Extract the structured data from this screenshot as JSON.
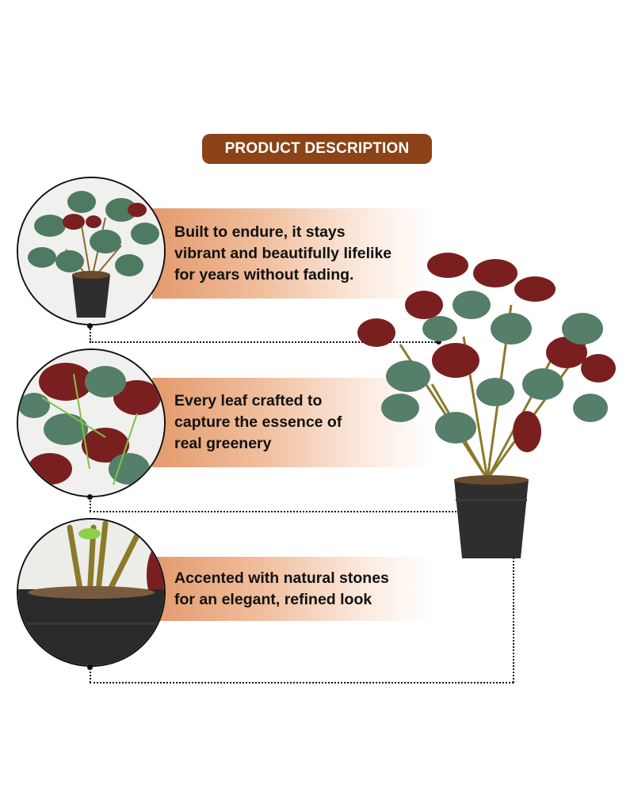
{
  "header": {
    "title": "PRODUCT DESCRIPTION",
    "pill_color": "#8b4317"
  },
  "features": [
    {
      "text_lines": [
        "Built to endure, it stays",
        "vibrant and beautifully lifelike",
        "for years without fading."
      ],
      "image": "plant-overview-closeup"
    },
    {
      "text_lines": [
        "Every leaf crafted to",
        "capture the essence of",
        "real greenery"
      ],
      "image": "leaf-detail-closeup"
    },
    {
      "text_lines": [
        "Accented with natural stones",
        "for an elegant, refined look"
      ],
      "image": "pot-stones-closeup"
    }
  ],
  "product": {
    "image": "artificial-watermelon-peperomia-in-black-pot"
  },
  "colors": {
    "banner_start": "#e39a6c",
    "banner_end": "#ffffff",
    "leaf_red": "#7a1f1f",
    "leaf_green": "#4f7a62",
    "pot": "#2e2e2e"
  }
}
